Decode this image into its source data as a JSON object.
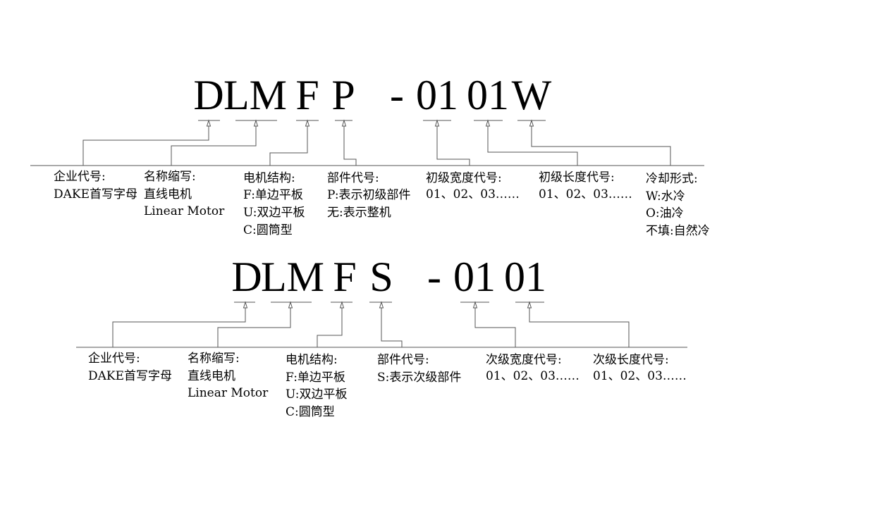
{
  "code1": {
    "chars": [
      "D",
      "LM",
      "F",
      "P",
      "-",
      "01",
      "01",
      "W"
    ],
    "labels": [
      [
        "企业代号:",
        "DAKE首写字母"
      ],
      [
        "名称缩写:",
        "直线电机",
        "Linear Motor"
      ],
      [
        "电机结构:",
        "F:单边平板",
        "U:双边平板",
        "C:圆筒型"
      ],
      [
        "部件代号:",
        "P:表示初级部件",
        "无:表示整机"
      ],
      [
        "初级宽度代号:",
        "01、02、03……"
      ],
      [
        "初级长度代号:",
        "01、02、03……"
      ],
      [
        "冷却形式:",
        "W:水冷",
        "O:油冷",
        "不填:自然冷"
      ]
    ]
  },
  "code2": {
    "chars": [
      "D",
      "LM",
      "F",
      "S",
      "-",
      "01",
      "01"
    ],
    "labels": [
      [
        "企业代号:",
        "DAKE首写字母"
      ],
      [
        "名称缩写:",
        "直线电机",
        "Linear Motor"
      ],
      [
        "电机结构:",
        "F:单边平板",
        "U:双边平板",
        "C:圆筒型"
      ],
      [
        "部件代号:",
        "S:表示次级部件"
      ],
      [
        "次级宽度代号:",
        "01、02、03……"
      ],
      [
        "次级长度代号:",
        "01、02、03……"
      ]
    ]
  },
  "colors": {
    "line": "#555555",
    "text": "#000000"
  }
}
